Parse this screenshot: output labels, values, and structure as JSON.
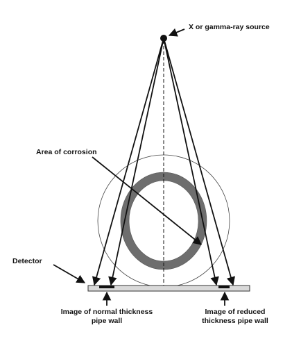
{
  "labels": {
    "source": "X or gamma-ray source",
    "corrosion": "Area of corrosion",
    "detector": "Detector",
    "normal_line1": "Image of normal thickness",
    "normal_line2": "pipe wall",
    "reduced_line1": "Image of reduced",
    "reduced_line2": "thickness pipe wall"
  },
  "colors": {
    "ink": "#111111",
    "pipe_wall": "#6e6e6e",
    "detector_fill": "#d9d9d9"
  }
}
